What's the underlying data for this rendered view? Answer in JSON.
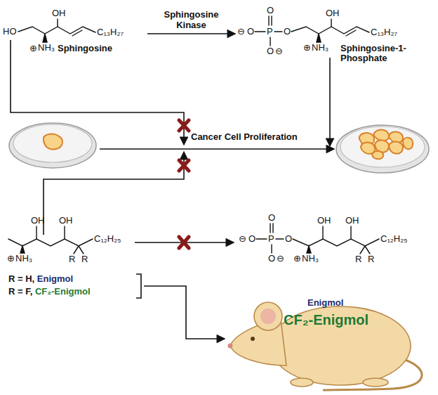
{
  "diagram": {
    "nodes": [
      {
        "text": [
          "Sphingosine"
        ]
      },
      {
        "text": [
          "Sphingosine-1-Phosphate"
        ]
      },
      {
        "text": [
          "R = H, Enigmol",
          "R = F, CF₂-Enigmol"
        ]
      },
      {
        "text": [
          "Enigmol",
          "CF₂-Enigmol"
        ]
      }
    ],
    "edges": [
      {
        "from": 0,
        "to": 1,
        "arrow": "to",
        "label": "Sphingosine Kinase"
      },
      {
        "from": 2,
        "to": 3,
        "arrow": "to"
      }
    ],
    "labels": [
      "Cancer Cell Proliferation",
      "HO",
      "OH",
      "⊕",
      "NH₃",
      "C₁₃H₂₇",
      "⊖",
      "O",
      "P",
      "O",
      "O",
      "⊖",
      "O",
      "OH",
      "⊕",
      "NH₃",
      "C₁₃H₂₇",
      "OH",
      "OH",
      "⊕",
      "NH₃",
      "R",
      "R",
      "C₁₂H₂₅",
      "⊖",
      "O",
      "P",
      "O",
      "O",
      "⊖",
      "O",
      "OH",
      "OH",
      "⊕",
      "NH₃",
      "R",
      "R",
      "C₁₂H₂₅"
    ]
  }
}
